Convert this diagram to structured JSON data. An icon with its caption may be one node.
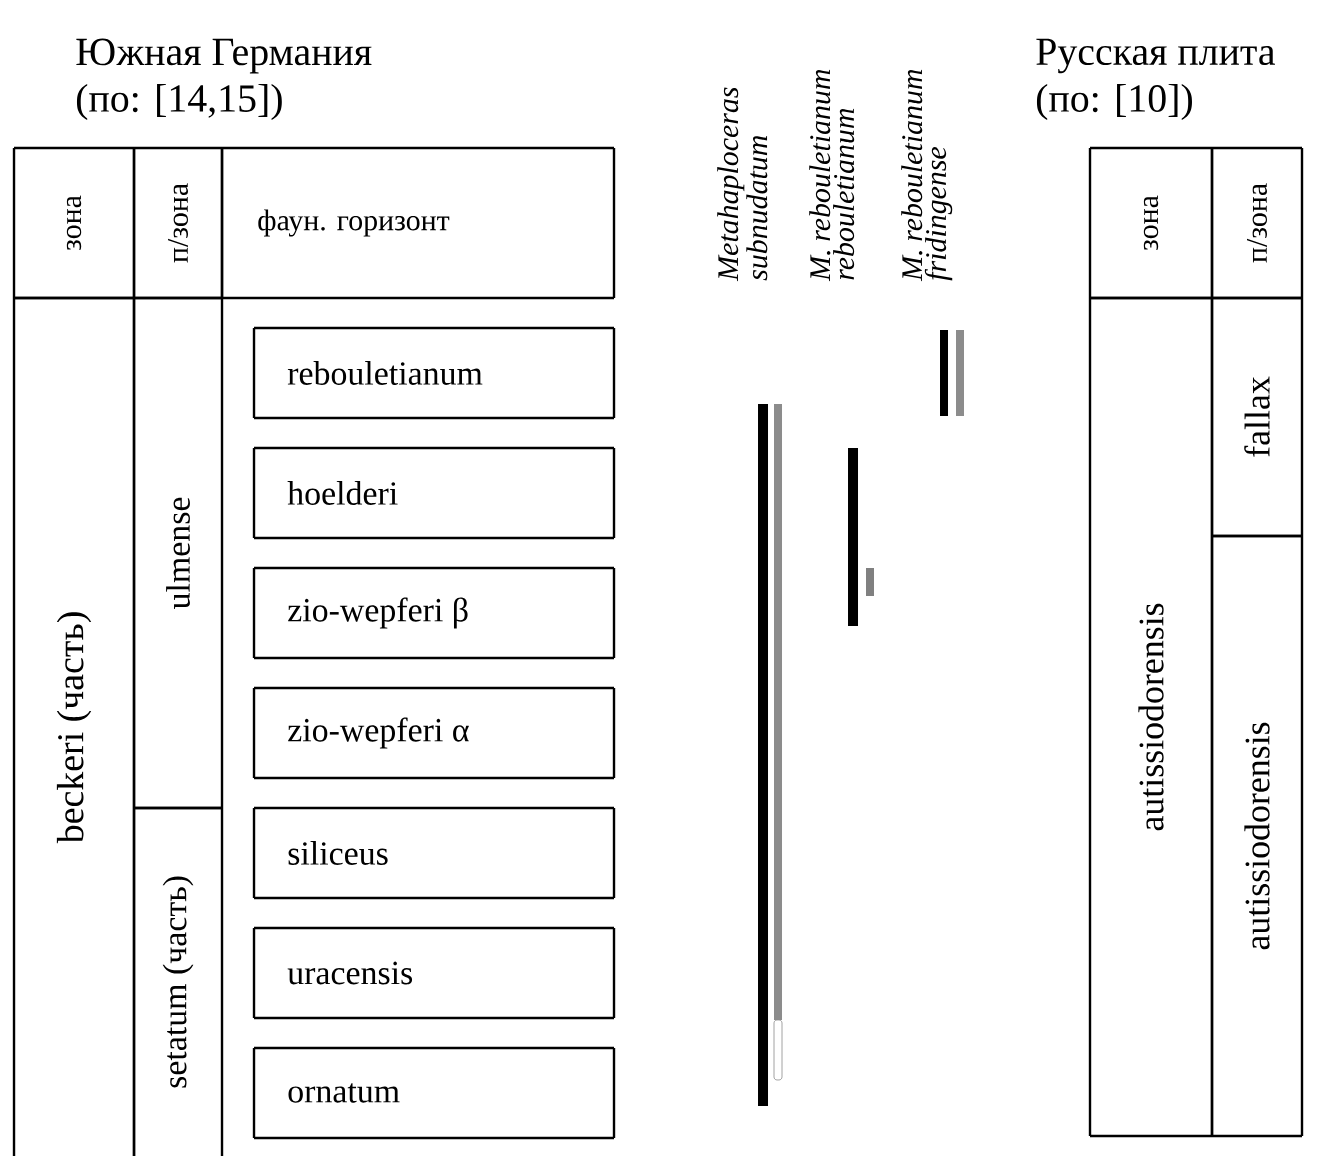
{
  "diagram": {
    "nodes": [
      {
        "text": [
          "зона"
        ]
      },
      {
        "text": [
          "п/зона"
        ]
      },
      {
        "text": [
          "фаун. горизонт"
        ]
      },
      {
        "text": [
          "beckeri (часть)"
        ]
      },
      {
        "text": [
          "ulmense"
        ]
      },
      {
        "text": [
          "setatum (часть)"
        ]
      },
      {
        "text": [
          "rebouletianum"
        ]
      },
      {
        "text": [
          "hoelderi"
        ]
      },
      {
        "text": [
          "zio-wepferi β"
        ]
      },
      {
        "text": [
          "zio-wepferi α"
        ]
      },
      {
        "text": [
          "siliceus"
        ]
      },
      {
        "text": [
          "uracensis"
        ]
      },
      {
        "text": [
          "ornatum"
        ]
      },
      {
        "text": [
          "зона"
        ]
      },
      {
        "text": [
          "п/зона"
        ]
      },
      {
        "text": [
          "autissiodorensis"
        ]
      },
      {
        "text": [
          "fallax"
        ]
      },
      {
        "text": [
          "autissiodorensis"
        ]
      }
    ],
    "labels": [
      "Южная Германия",
      "(по: [14,15])",
      "Metahaploceras subnudatum",
      "M. rebouletianum rebouletianum",
      "M. rebouletianum fridingense",
      "Русская плита",
      "(по: [10])"
    ]
  }
}
